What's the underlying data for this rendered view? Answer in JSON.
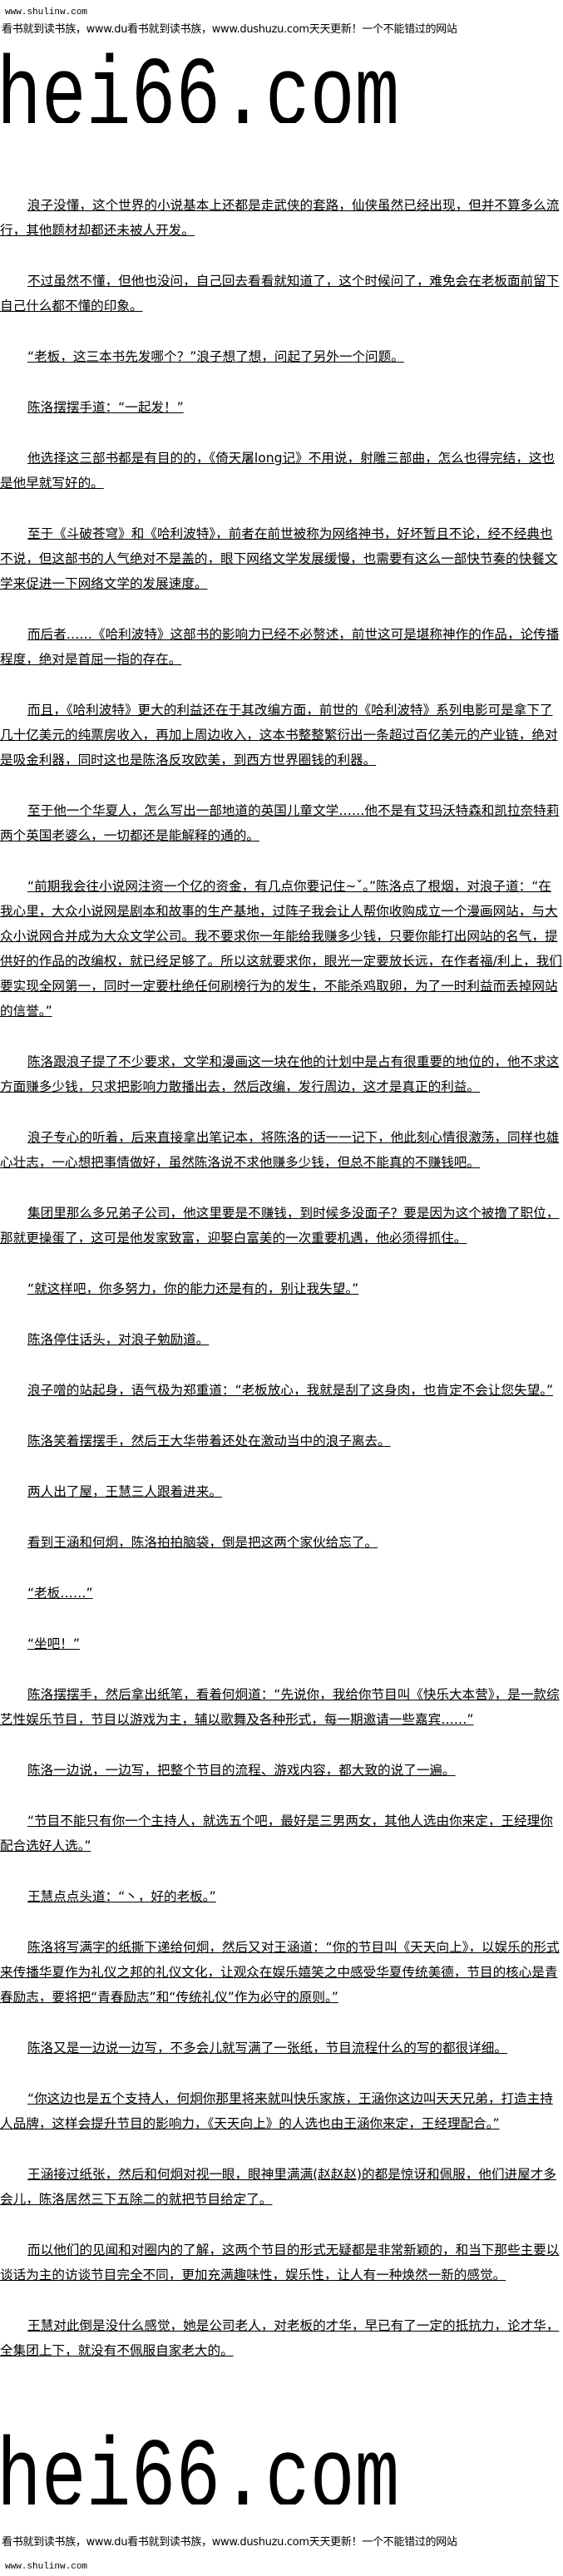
{
  "header": {
    "site_url": "www.shulinw.com",
    "promo": "看书就到读书族，www.du看书就到读书族，www.dushuzu.com天天更新！一个不能错过的网站",
    "logo": "hei66.com"
  },
  "paragraphs": [
    "浪子没懂，这个世界的小说基本上还都是走武侠的套路，仙侠虽然已经出现，但并不算多么流行，其他题材却都还未被人开发。",
    "不过虽然不懂，但他也没问，自己回去看看就知道了，这个时候问了，难免会在老板面前留下自己什么都不懂的印象。",
    "“老板，这三本书先发哪个？”浪子想了想，问起了另外一个问题。",
    "陈洛摆摆手道：“一起发！”",
    "他选择这三部书都是有目的的，《倚天屠long记》不用说，射雕三部曲，怎么也得完结，这也是他早就写好的。",
    "至于《斗破苍穹》和《哈利波特》，前者在前世被称为网络神书，好坏暂且不论，经不经典也不说，但这部书的人气绝对不是盖的，眼下网络文学发展缓慢，也需要有这么一部快节奏的快餐文学来促进一下网络文学的发展速度。",
    "而后者……《哈利波特》这部书的影响力已经不必赘述，前世这可是堪称神作的作品，论传播程度，绝对是首屈一指的存在。",
    "而且，《哈利波特》更大的利益还在于其改编方面，前世的《哈利波特》系列电影可是拿下了几十亿美元的纯票房收入，再加上周边收入，这本书整整繁衍出一条超过百亿美元的产业链，绝对是吸金利器，同时这也是陈洛反攻欧美，到西方世界圈钱的利器。",
    "至于他一个华夏人，怎么写出一部地道的英国儿童文学……他不是有艾玛沃特森和凯拉奈特莉两个英国老婆么，一切都还是能解释的通的。",
    "“前期我会往小说网注资一个亿的资金，有几点你要记住~ˇ。”陈洛点了根烟，对浪子道：“在我心里，大众小说网是剧本和故事的生产基地，过阵子我会让人帮你收购成立一个漫画网站，与大众小说网合并成为大众文学公司。我不要求你一年能给我赚多少钱，只要你能打出网站的名气，提供好的作品的改编权，就已经足够了。所以这就要求你，眼光一定要放长远，在作者福/利上，我们要实现全网第一，同时一定要杜绝任何刷榜行为的发生，不能杀鸡取卵，为了一时利益而丢掉网站的信誉。”",
    "陈洛跟浪子提了不少要求，文学和漫画这一块在他的计划中是占有很重要的地位的，他不求这方面赚多少钱，只求把影响力散播出去，然后改编，发行周边，这才是真正的利益。",
    "浪子专心的听着，后来直接拿出笔记本，将陈洛的话一一记下，他此刻心情很激荡，同样也雄心壮志，一心想把事情做好，虽然陈洛说不求他赚多少钱，但总不能真的不赚钱吧。",
    "集团里那么多兄弟子公司，他这里要是不赚钱，到时候多没面子？要是因为这个被撸了职位，那就更操蛋了，这可是他发家致富，迎娶白富美的一次重要机遇，他必须得抓住。",
    "“就这样吧，你多努力，你的能力还是有的，别让我失望。”",
    "陈洛停住话头，对浪子勉励道。",
    "浪子噌的站起身，语气极为郑重道：“老板放心，我就是刮了这身肉，也肯定不会让您失望。”",
    "陈洛笑着摆摆手，然后王大华带着还处在激动当中的浪子离去。",
    "两人出了屋，王慧三人跟着进来。",
    "看到王涵和何炯，陈洛拍拍脑袋，倒是把这两个家伙给忘了。",
    "“老板……”",
    "“坐吧！”",
    "陈洛摆摆手，然后拿出纸笔，看着何炯道：“先说你，我给你节目叫《快乐大本营》，是一款综艺性娱乐节目，节目以游戏为主，辅以歌舞及各种形式，每一期邀请一些嘉宾……”",
    "陈洛一边说，一边写，把整个节目的流程、游戏内容，都大致的说了一遍。",
    "“节目不能只有你一个主持人，就选五个吧，最好是三男两女，其他人选由你来定，王经理你配合选好人选。”",
    "王慧点点头道：“丶，好的老板。”",
    "陈洛将写满字的纸撕下递给何炯，然后又对王涵道：“你的节目叫《天天向上》，以娱乐的形式来传播华夏作为礼仪之邦的礼仪文化，让观众在娱乐嬉笑之中感受华夏传统美德，节目的核心是青春励志，要将把“青春励志”和“传统礼仪”作为必守的原则。”",
    "陈洛又是一边说一边写，不多会儿就写满了一张纸，节目流程什么的写的都很详细。",
    "“你这边也是五个支持人，何炯你那里将来就叫快乐家族，王涵你这边叫天天兄弟，打造主持人品牌，这样会提升节目的影响力，《天天向上》的人选也由王涵你来定，王经理配合。”",
    "王涵接过纸张，然后和何炯对视一眼，眼神里满满(赵赵赵)的都是惊讶和佩服，他们进屋才多会儿，陈洛居然三下五除二的就把节目给定了。",
    "而以他们的见闻和对圈内的了解，这两个节目的形式无疑都是非常新颖的，和当下那些主要以谈话为主的访谈节目完全不同，更加充满趣味性，娱乐性，让人有一种焕然一新的感觉。",
    "王慧对此倒是没什么感觉，她是公司老人，对老板的才华，早已有了一定的抵抗力，论才华，全集团上下，就没有不佩服自家老大的。"
  ],
  "footer": {
    "logo": "hei66.com",
    "promo": "看书就到读书族，www.du看书就到读书族，www.dushuzu.com天天更新！一个不能错过的网站",
    "site_url": "www.shulinw.com"
  }
}
